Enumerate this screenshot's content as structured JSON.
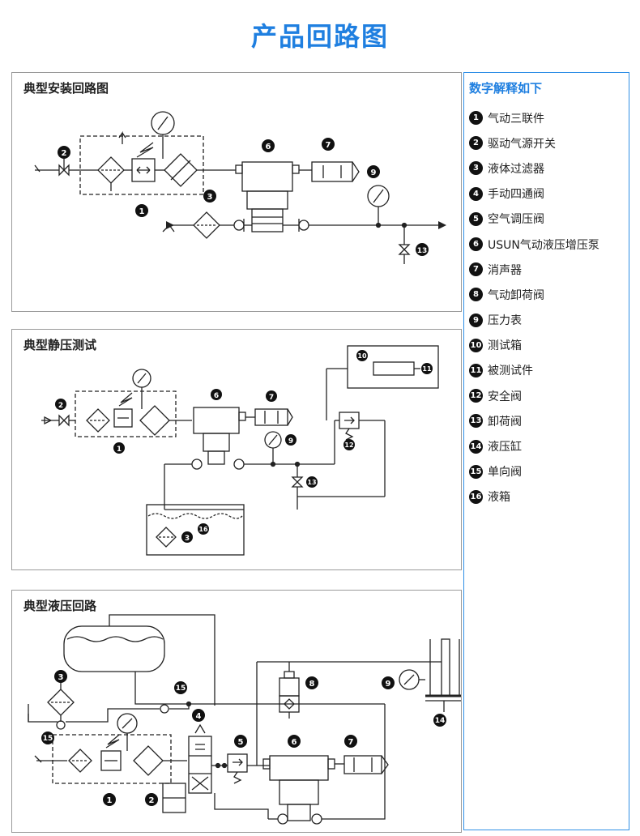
{
  "page": {
    "title": "产品回路图"
  },
  "panels": [
    {
      "title": "典型安装回路图"
    },
    {
      "title": "典型静压测试"
    },
    {
      "title": "典型液压回路"
    }
  ],
  "legend": {
    "title": "数字解释如下",
    "items": [
      {
        "num": "1",
        "label": "气动三联件"
      },
      {
        "num": "2",
        "label": "驱动气源开关"
      },
      {
        "num": "3",
        "label": "液体过滤器"
      },
      {
        "num": "4",
        "label": "手动四通阀"
      },
      {
        "num": "5",
        "label": "空气调压阀"
      },
      {
        "num": "6",
        "label": "USUN气动液压增压泵"
      },
      {
        "num": "7",
        "label": "消声器"
      },
      {
        "num": "8",
        "label": "气动卸荷阀"
      },
      {
        "num": "9",
        "label": "压力表"
      },
      {
        "num": "10",
        "label": "测试箱"
      },
      {
        "num": "11",
        "label": "被测试件"
      },
      {
        "num": "12",
        "label": "安全阀"
      },
      {
        "num": "13",
        "label": "卸荷阀"
      },
      {
        "num": "14",
        "label": "液压缸"
      },
      {
        "num": "15",
        "label": "单向阀"
      },
      {
        "num": "16",
        "label": "液箱"
      }
    ]
  },
  "badges": {
    "p1": [
      "2",
      "1",
      "6",
      "7",
      "9",
      "3",
      "13"
    ],
    "p2": [
      "2",
      "1",
      "6",
      "7",
      "9",
      "10",
      "11",
      "12",
      "13",
      "3",
      "16"
    ],
    "p3": [
      "3",
      "15",
      "15",
      "4",
      "1",
      "2",
      "5",
      "6",
      "7",
      "8",
      "9",
      "14"
    ]
  }
}
